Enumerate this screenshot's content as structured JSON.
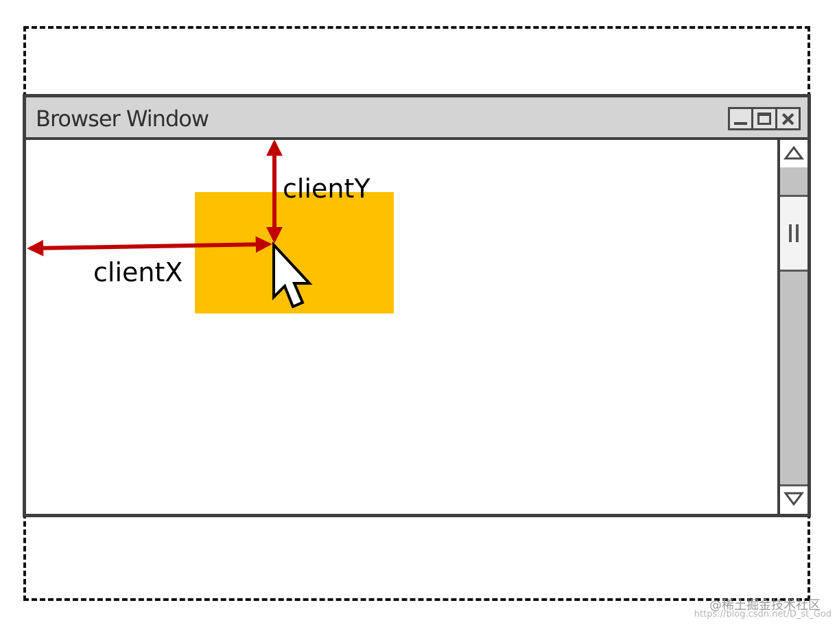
{
  "window": {
    "title": "Browser Window"
  },
  "labels": {
    "client_x": "clientX",
    "client_y": "clientY"
  },
  "colors": {
    "target_box": "#ffc000",
    "arrow": "#c00000",
    "frame": "#3f3f3f",
    "title_bar": "#d4d4d4"
  },
  "icons": {
    "minimize": "minimize-icon",
    "maximize": "maximize-icon",
    "close": "close-icon",
    "scroll_up": "triangle-up-icon",
    "scroll_down": "triangle-down-icon",
    "cursor": "mouse-pointer-icon"
  },
  "watermark": {
    "text": "@稀土掘金技术社区",
    "url": "https://blog.csdn.net/D_st_God"
  }
}
